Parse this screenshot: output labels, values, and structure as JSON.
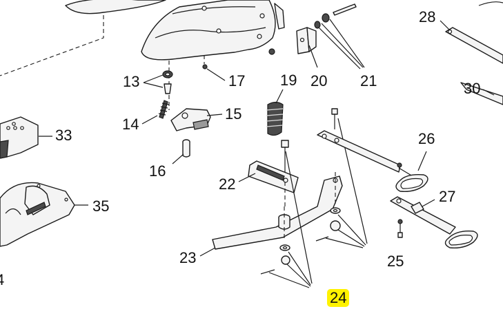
{
  "callouts": {
    "c13": "13",
    "c14": "14",
    "c15": "15",
    "c16": "16",
    "c17": "17",
    "c19": "19",
    "c20": "20",
    "c21": "21",
    "c22": "22",
    "c23": "23",
    "c24": "24",
    "c25": "25",
    "c26": "26",
    "c27": "27",
    "c28": "28",
    "c30": "30",
    "c33": "33",
    "c35": "35",
    "c4": "4"
  },
  "highlight_color": "#fff200"
}
